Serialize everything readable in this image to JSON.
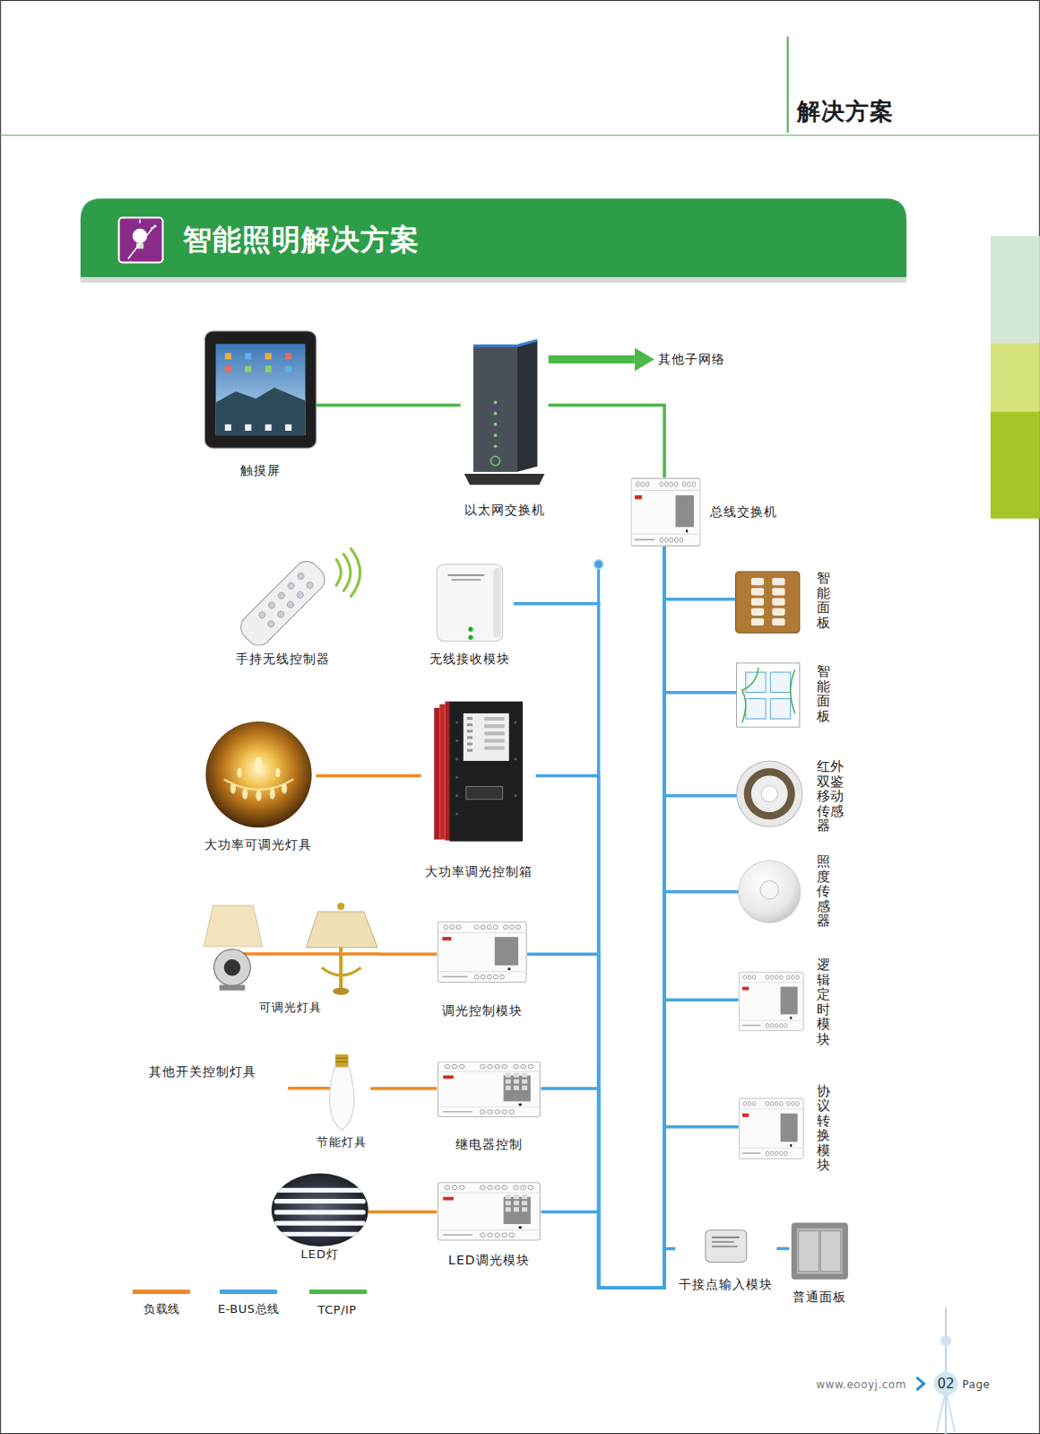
{
  "diagram": {
    "title": "智能照明解决方案",
    "nodes": [
      {
        "text": [
          "触摸屏"
        ]
      },
      {
        "text": [
          "以太网交换机"
        ]
      },
      {
        "text": [
          "其他子网络"
        ]
      },
      {
        "text": [
          "总线交换机"
        ]
      },
      {
        "text": [
          "手持无线控制器"
        ]
      },
      {
        "text": [
          "无线接收模块"
        ]
      },
      {
        "text": [
          "大功率可调光灯具"
        ]
      },
      {
        "text": [
          "大功率调光控制箱"
        ]
      },
      {
        "text": [
          "可调光灯具"
        ]
      },
      {
        "text": [
          "调光控制模块"
        ]
      },
      {
        "text": [
          "节能灯具"
        ]
      },
      {
        "text": [
          "继电器控制"
        ]
      },
      {
        "text": [
          "LED灯"
        ]
      },
      {
        "text": [
          "LED调光模块"
        ]
      },
      {
        "text": [
          "智能面板"
        ]
      },
      {
        "text": [
          "智能面板"
        ]
      },
      {
        "text": [
          "红外双鉴移动传感器"
        ]
      },
      {
        "text": [
          "照度传感器"
        ]
      },
      {
        "text": [
          "逻辑定时模块"
        ]
      },
      {
        "text": [
          "协议转换模块"
        ]
      },
      {
        "text": [
          "干接点输入模块"
        ]
      },
      {
        "text": [
          "普通面板"
        ]
      }
    ],
    "edges": [
      {
        "from": 0,
        "to": 1,
        "arrow": "none"
      },
      {
        "from": 1,
        "to": 2,
        "arrow": "to"
      },
      {
        "from": 1,
        "to": 3,
        "arrow": "none"
      },
      {
        "from": 3,
        "to": 5,
        "arrow": "none"
      },
      {
        "from": 3,
        "to": 7,
        "arrow": "none"
      },
      {
        "from": 3,
        "to": 9,
        "arrow": "none"
      },
      {
        "from": 3,
        "to": 11,
        "arrow": "none"
      },
      {
        "from": 3,
        "to": 13,
        "arrow": "none"
      },
      {
        "from": 3,
        "to": 14,
        "arrow": "none"
      },
      {
        "from": 3,
        "to": 15,
        "arrow": "none"
      },
      {
        "from": 3,
        "to": 16,
        "arrow": "none"
      },
      {
        "from": 3,
        "to": 17,
        "arrow": "none"
      },
      {
        "from": 3,
        "to": 18,
        "arrow": "none"
      },
      {
        "from": 3,
        "to": 19,
        "arrow": "none"
      },
      {
        "from": 3,
        "to": 20,
        "arrow": "none"
      },
      {
        "from": 6,
        "to": 7,
        "arrow": "none"
      },
      {
        "from": 8,
        "to": 9,
        "arrow": "none"
      },
      {
        "from": 10,
        "to": 11,
        "arrow": "none"
      },
      {
        "from": 12,
        "to": 13,
        "arrow": "none"
      },
      {
        "from": 20,
        "to": 21,
        "arrow": "none"
      }
    ],
    "labels": [
      "解决方案",
      "其他开关控制灯具",
      "www.eooyj.com",
      "02",
      "Page"
    ],
    "legend": [
      {
        "text": "负载线",
        "color": "#f08a24"
      },
      {
        "text": "E-BUS总线",
        "color": "#45a5e3"
      },
      {
        "text": "TCP/IP",
        "color": "#4db84a"
      }
    ]
  }
}
